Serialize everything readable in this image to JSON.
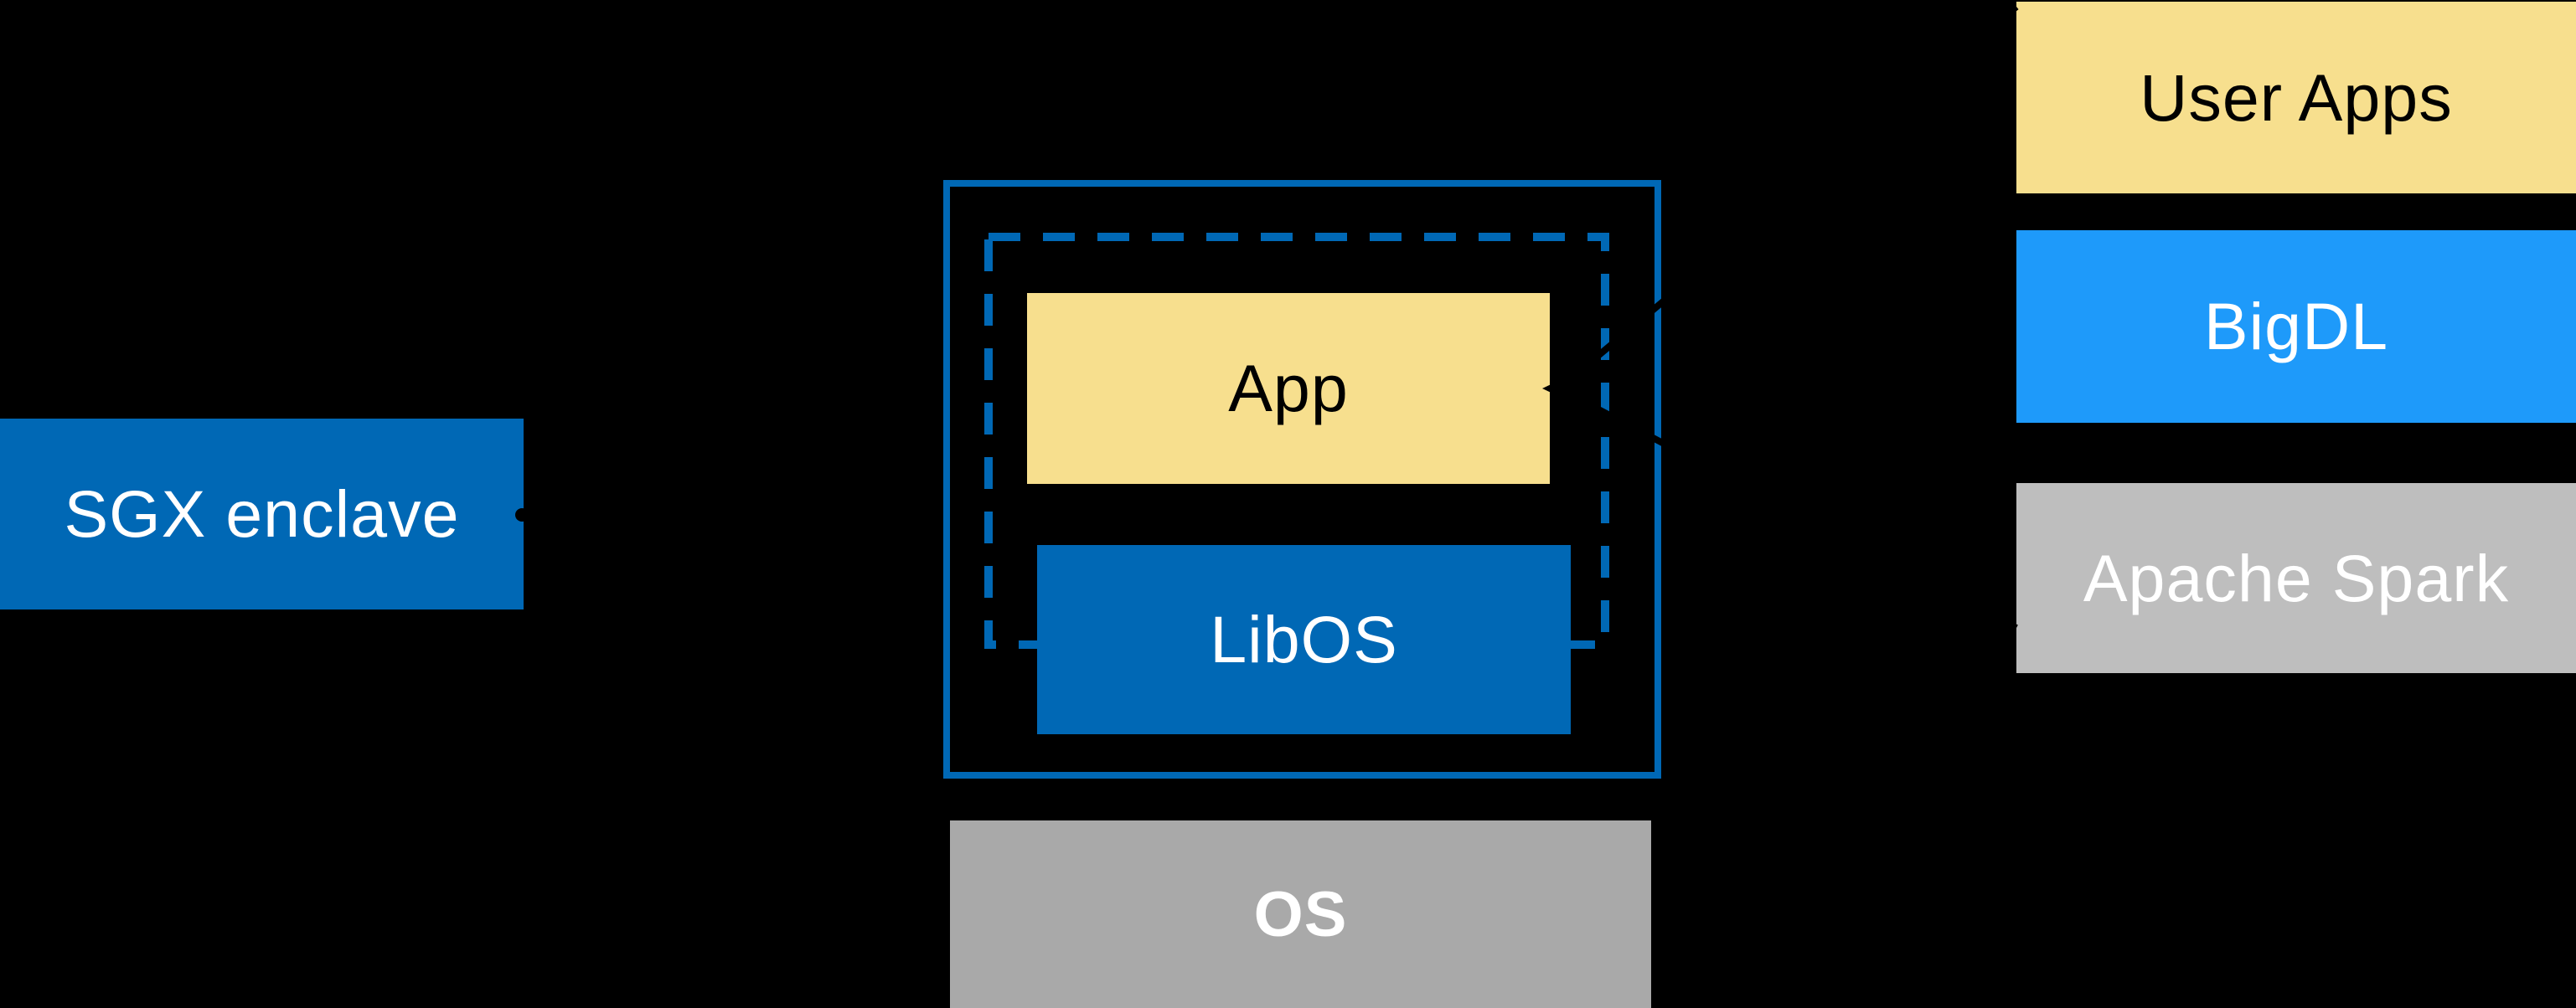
{
  "diagram": {
    "description": "SGX enclave architecture diagram: an SGX enclave (solid blue border) containing an App running on a LibOS, sitting on the OS; a software stack of User Apps, BigDL and Apache Spark maps into the App",
    "labels": {
      "sgx_enclave": "SGX enclave",
      "app": "App",
      "libos": "LibOS",
      "os": "OS",
      "user_apps": "User Apps",
      "bigdl": "BigDL",
      "apache_spark": "Apache Spark"
    },
    "colors": {
      "background": "#000000",
      "intel_blue": "#0068B5",
      "bigdl_azure": "#1E9AFA",
      "pale_yellow": "#F7DF8E",
      "spark_gray": "#BEBEBE",
      "os_gray": "#A9A9A9",
      "text_light": "#FFFFFF",
      "text_dark": "#000000",
      "connector_black": "#000000"
    },
    "icons": {
      "connector_dot": "dot terminator on SGX enclave label connector",
      "arrowhead": "left-pointing arrowhead on App box"
    },
    "structure": {
      "enclave_solid_border": "solid blue rectangle",
      "enclave_measured_region": "dashed blue rectangle passing behind LibOS",
      "stack_maps_to": "App",
      "stack_order": [
        "User Apps",
        "BigDL",
        "Apache Spark"
      ]
    }
  }
}
